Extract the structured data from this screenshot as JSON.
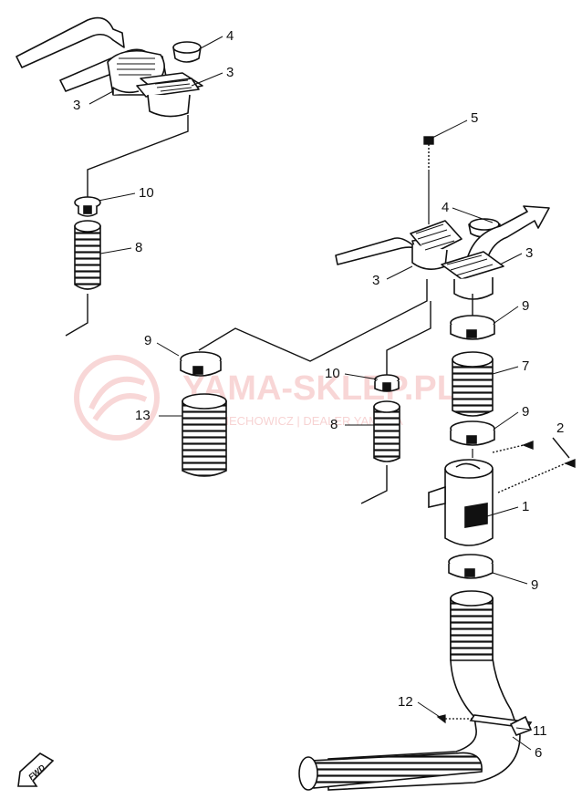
{
  "diagram": {
    "callouts": [
      "4",
      "3",
      "3",
      "5",
      "10",
      "8",
      "4",
      "3",
      "3",
      "9",
      "9",
      "10",
      "7",
      "13",
      "8",
      "9",
      "2",
      "1",
      "9",
      "12",
      "11",
      "6"
    ],
    "watermark": {
      "text": "YAMA-SKLEP.PL",
      "subtext": "CIECHOWICZ | DEALER YAMAHA"
    },
    "fwd_badge": "FWD"
  }
}
